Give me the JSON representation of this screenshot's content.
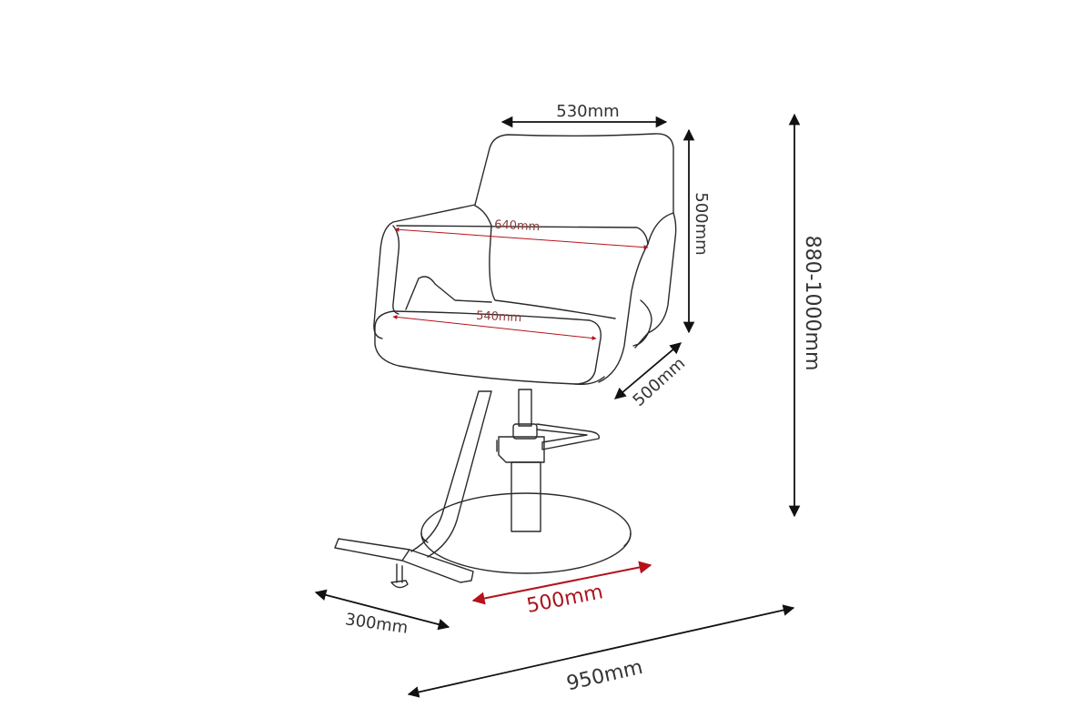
{
  "dimensions": {
    "top_width": "530mm",
    "back_height": "500mm",
    "total_height": "880-1000mm",
    "seat_depth": "500mm",
    "armrest_width": "640mm",
    "seat_width": "540mm",
    "base_diameter": "500mm",
    "footrest_depth": "300mm",
    "overall_length": "950mm"
  },
  "colors": {
    "dimension_line": "#111111",
    "accent_dimension": "#b5121b",
    "outline": "#2a2a2a"
  }
}
